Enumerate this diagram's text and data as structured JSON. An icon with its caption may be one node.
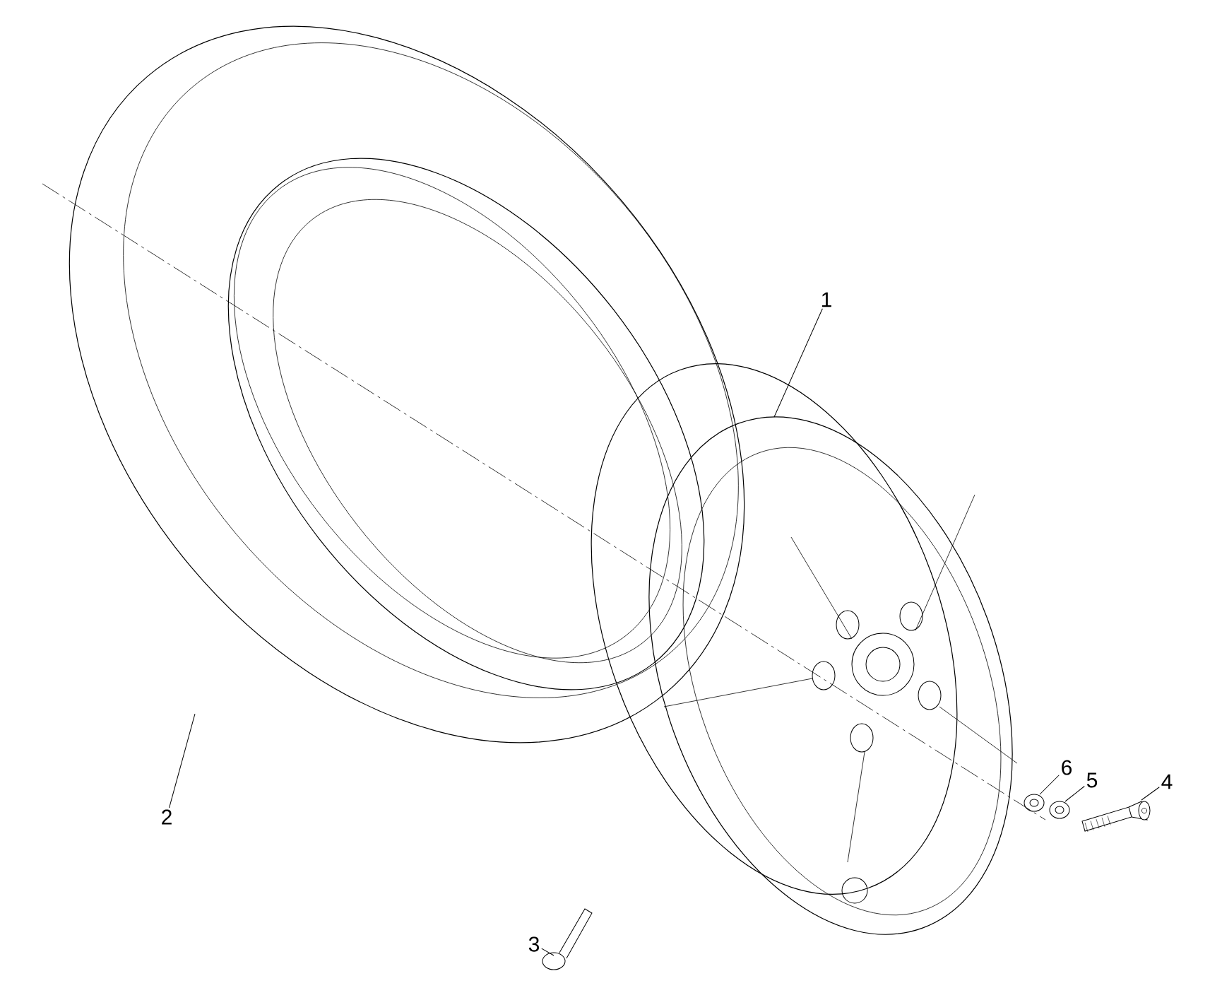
{
  "diagram": {
    "nodes": [
      {
        "text": [
          "1"
        ]
      },
      {
        "text": [],
        "shape": "picture"
      },
      {
        "text": [
          "2"
        ]
      },
      {
        "text": [],
        "shape": "picture"
      },
      {
        "text": [
          "3"
        ]
      },
      {
        "text": [],
        "shape": "picture"
      },
      {
        "text": [
          "4"
        ]
      },
      {
        "text": [],
        "shape": "picture"
      },
      {
        "text": [
          "5"
        ]
      },
      {
        "text": [],
        "shape": "picture"
      },
      {
        "text": [
          "6"
        ]
      },
      {
        "text": [],
        "shape": "picture"
      }
    ],
    "edges": [
      {
        "from": 0,
        "to": 1,
        "arrow": "none"
      },
      {
        "from": 2,
        "to": 3,
        "arrow": "none"
      },
      {
        "from": 4,
        "to": 5,
        "arrow": "none"
      },
      {
        "from": 6,
        "to": 7,
        "arrow": "none"
      },
      {
        "from": 8,
        "to": 9,
        "arrow": "none"
      },
      {
        "from": 10,
        "to": 11,
        "arrow": "none"
      }
    ]
  }
}
